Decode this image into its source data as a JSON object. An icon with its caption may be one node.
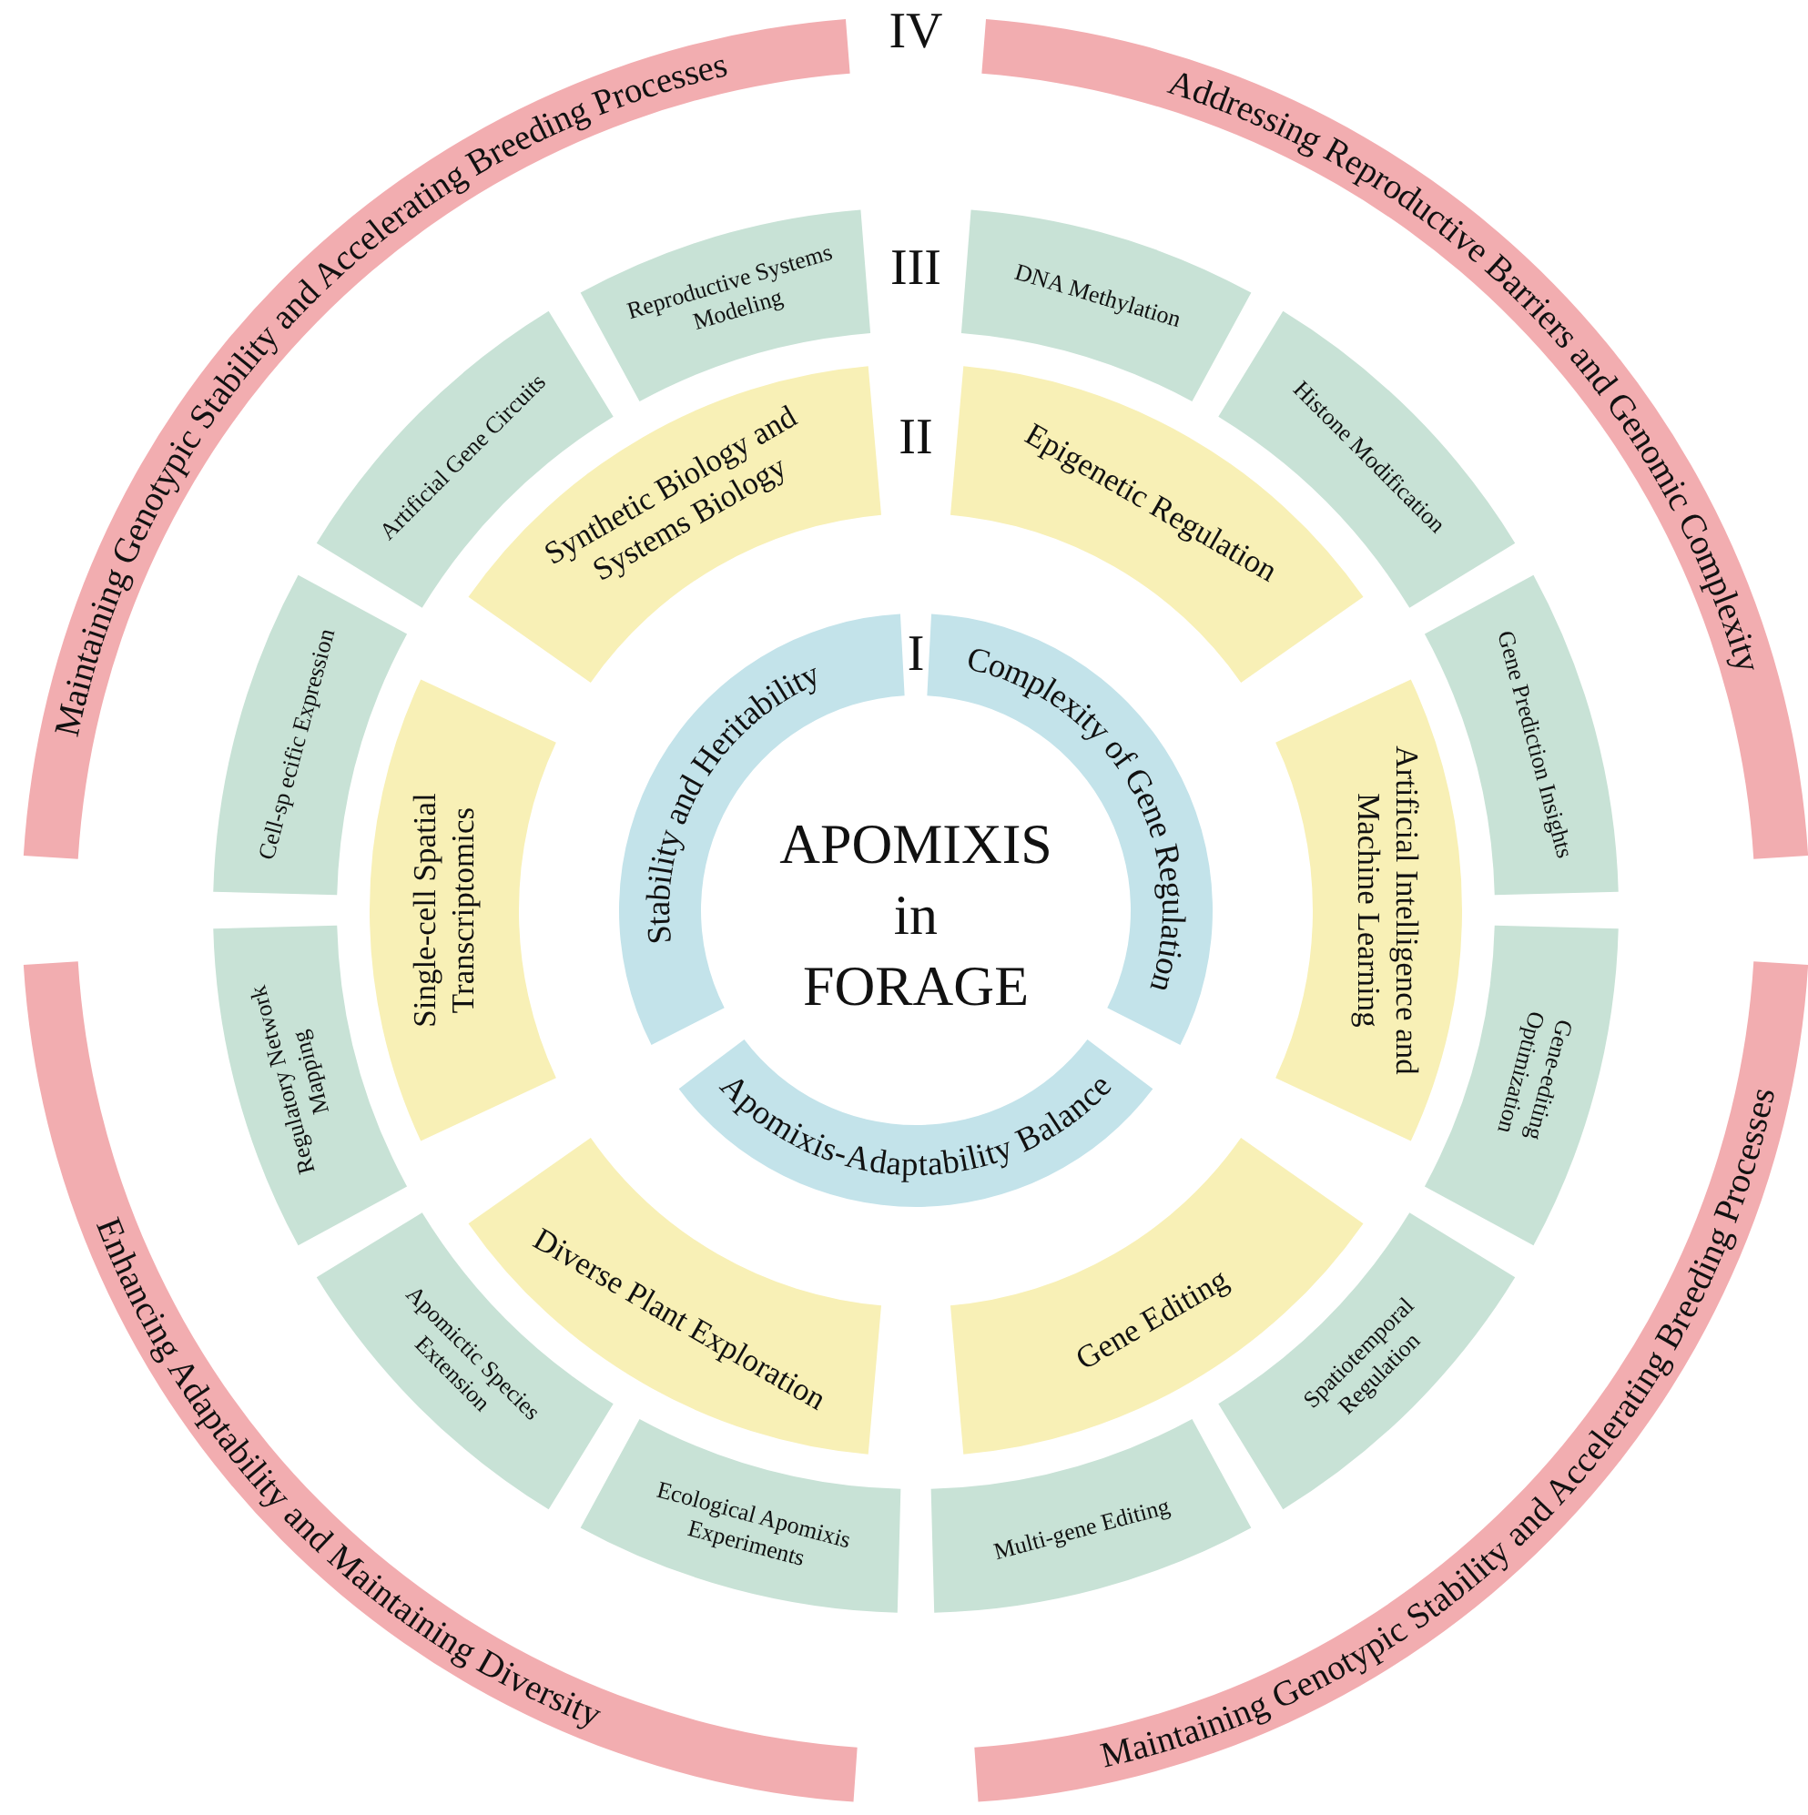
{
  "diagram": {
    "nodes": [
      {
        "text": [
          "Stability and Heritability"
        ]
      },
      {
        "text": [
          "Complexity of Gene Regulation"
        ]
      },
      {
        "text": [
          "Apomixis-Adaptability Balance"
        ]
      },
      {
        "text": [
          "Epigenetic Regulation"
        ]
      },
      {
        "text": [
          "Artificial Intelligence and Machine Learning"
        ]
      },
      {
        "text": [
          "Gene Editing"
        ]
      },
      {
        "text": [
          "Diverse Plant Exploration"
        ]
      },
      {
        "text": [
          "Single-cell Spatial Transcriptomics"
        ]
      },
      {
        "text": [
          "Synthetic Biology and Systems Biology"
        ]
      },
      {
        "text": [
          "DNA Methylation"
        ]
      },
      {
        "text": [
          "Histone Modification"
        ]
      },
      {
        "text": [
          "Gene Prediction Insights"
        ]
      },
      {
        "text": [
          "Gene-editing Optimization"
        ]
      },
      {
        "text": [
          "Spatiotemporal Regulation"
        ]
      },
      {
        "text": [
          "Multi-gene Editing"
        ]
      },
      {
        "text": [
          "Ecological Apomixis Experiments"
        ]
      },
      {
        "text": [
          "Apomictic Species Extension"
        ]
      },
      {
        "text": [
          "Regulatory Network Mapping"
        ]
      },
      {
        "text": [
          "Cell-sp ecific Expression"
        ]
      },
      {
        "text": [
          "Artificial Gene Circuits"
        ]
      },
      {
        "text": [
          "Reproductive Systems Modeling"
        ]
      },
      {
        "text": [
          "Addressing Reproductive Barriers and Genomic Complexity"
        ]
      },
      {
        "text": [
          "Maintaining Genotypic Stability and Accelerating Breeding Processes"
        ]
      },
      {
        "text": [
          "Enhancing Adaptability and Maintaining Diversity"
        ]
      },
      {
        "text": [
          "Maintaining Genotypic Stability and Accelerating Breeding Processes"
        ]
      }
    ],
    "labels": [
      "IV",
      "III",
      "II",
      "I",
      "APOMIXIS in FORAGE"
    ]
  }
}
